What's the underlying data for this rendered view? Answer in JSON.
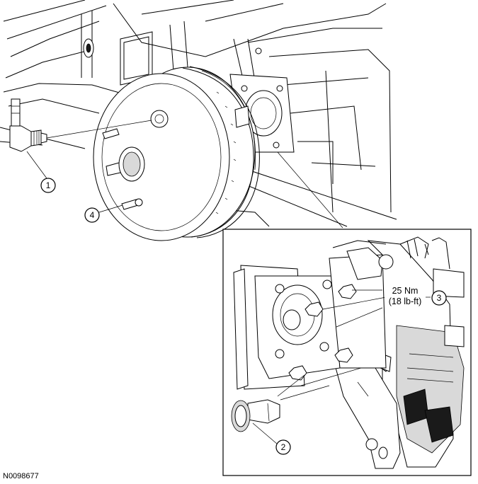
{
  "figure_id": "N0098677",
  "callouts": [
    {
      "id": "1",
      "label": "1"
    },
    {
      "id": "2",
      "label": "2"
    },
    {
      "id": "3",
      "label": "3"
    },
    {
      "id": "4",
      "label": "4"
    }
  ],
  "torque": {
    "metric": "25 Nm",
    "imperial": "(18 lb-ft)"
  }
}
